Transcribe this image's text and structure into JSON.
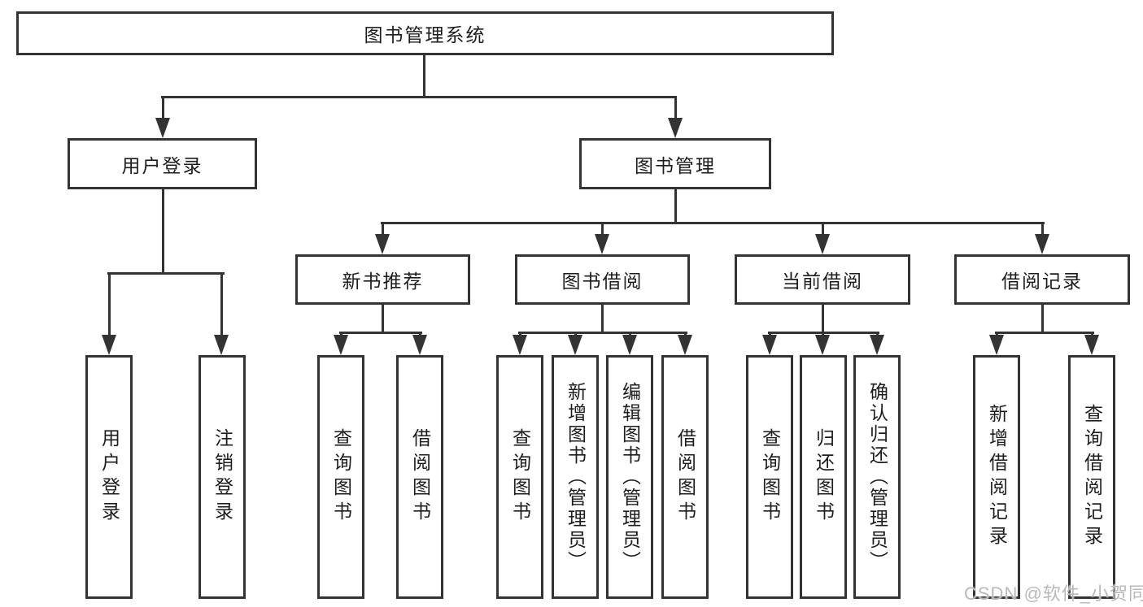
{
  "diagram": {
    "type": "tree",
    "root": "图书管理系统",
    "level2": {
      "user_login": "用户登录",
      "book_management": "图书管理"
    },
    "level3": {
      "new_book_recommend": "新书推荐",
      "book_borrow": "图书借阅",
      "current_borrow": "当前借阅",
      "borrow_records": "借阅记录"
    },
    "leaves": {
      "user": [
        "用户登录",
        "注销登录"
      ],
      "recommend": [
        "查询图书",
        "借阅图书"
      ],
      "borrow": [
        "查询图书",
        "新增图书（管理员）",
        "编辑图书（管理员）",
        "借阅图书"
      ],
      "current": [
        "查询图书",
        "归还图书",
        "确认归还（管理员）"
      ],
      "records": [
        "新增借阅记录",
        "查询借阅记录"
      ]
    }
  },
  "watermark": "CSDN @软件_小贺同学",
  "colors": {
    "line": "#333333",
    "text": "#1d1d1d",
    "watermark": "#b9b9b9",
    "background": "#ffffff"
  }
}
